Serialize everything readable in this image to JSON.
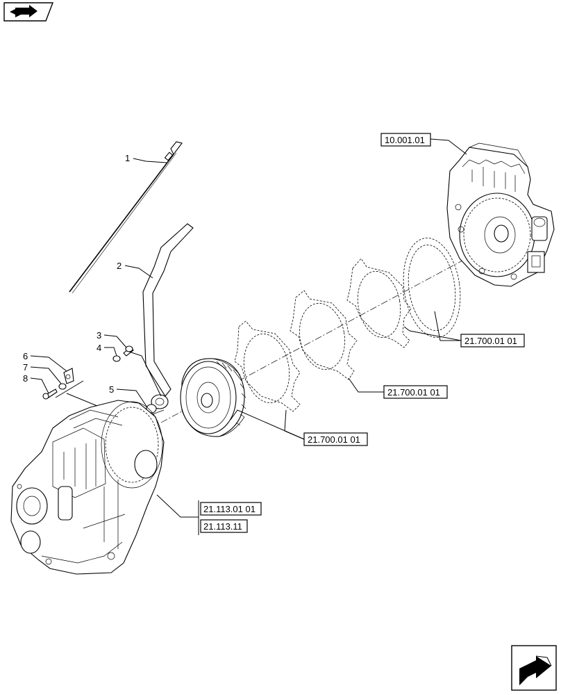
{
  "callouts": [
    {
      "id": "1",
      "label": "1"
    },
    {
      "id": "2",
      "label": "2"
    },
    {
      "id": "3",
      "label": "3"
    },
    {
      "id": "4",
      "label": "4"
    },
    {
      "id": "5",
      "label": "5"
    },
    {
      "id": "6",
      "label": "6"
    },
    {
      "id": "7",
      "label": "7"
    },
    {
      "id": "8",
      "label": "8"
    }
  ],
  "references": {
    "engine": "10.001.01",
    "plates_right": "21.700.01 01",
    "plates_mid": "21.700.01 01",
    "converter": "21.700.01 01",
    "transmission_a": "21.113.01 01",
    "transmission_b": "21.113.11"
  },
  "icons": {
    "top_left": "view-orientation-icon",
    "bottom_right": "next-page-arrow-icon"
  }
}
